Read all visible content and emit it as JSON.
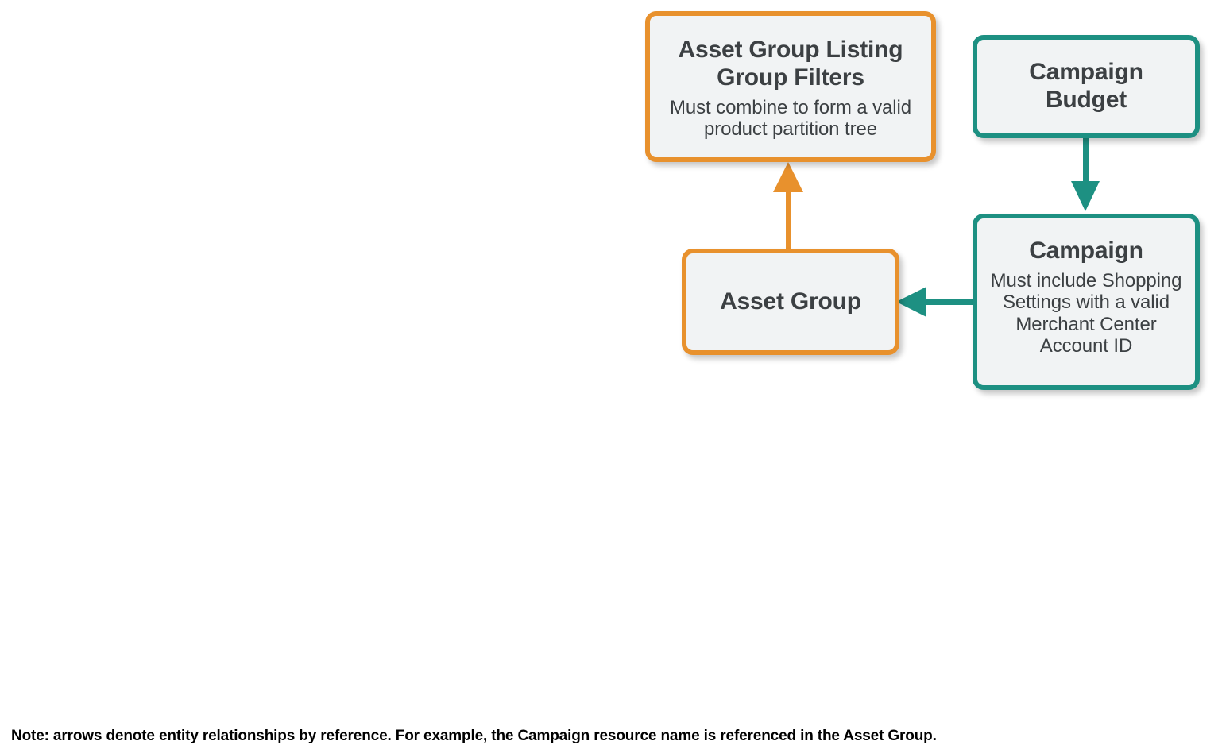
{
  "diagram": {
    "type": "entity-relationship-flow",
    "background_color": "#ffffff",
    "node_fill_color": "#f1f3f4",
    "orange_color": "#e8912d",
    "teal_color": "#1d9082",
    "text_color": "#3c4043",
    "nodes": [
      {
        "id": "asset-group-listing-group-filters",
        "title": "Asset Group Listing Group Filters",
        "subtitle": "Must combine to form a valid product partition tree",
        "accent": "#e8912d"
      },
      {
        "id": "campaign-budget",
        "title": "Campaign Budget",
        "subtitle": "",
        "accent": "#1d9082"
      },
      {
        "id": "asset-group",
        "title": "Asset Group",
        "subtitle": "",
        "accent": "#e8912d"
      },
      {
        "id": "campaign",
        "title": "Campaign",
        "subtitle": "Must include Shopping Settings with a valid Merchant Center Account ID",
        "accent": "#1d9082"
      }
    ],
    "edges": [
      {
        "id": "asset-group-to-listing-group-filters",
        "from": "asset-group",
        "to": "asset-group-listing-group-filters",
        "direction": "up",
        "color": "#e8912d"
      },
      {
        "id": "campaign-budget-to-campaign",
        "from": "campaign-budget",
        "to": "campaign",
        "direction": "down",
        "color": "#1d9082"
      },
      {
        "id": "campaign-to-asset-group",
        "from": "campaign",
        "to": "asset-group",
        "direction": "left",
        "color": "#1d9082"
      }
    ],
    "footnote": "Note: arrows denote entity relationships by reference. For example, the Campaign resource name is referenced in the Asset Group."
  }
}
